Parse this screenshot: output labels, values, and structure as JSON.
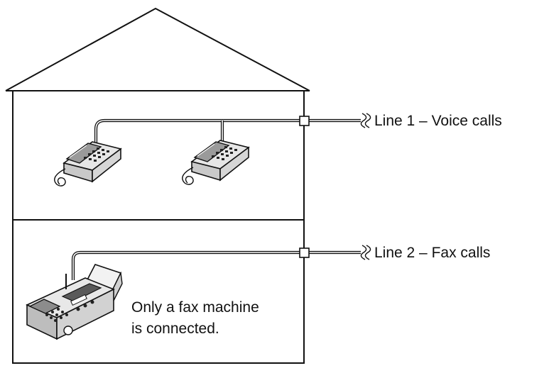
{
  "diagram": {
    "lines": [
      {
        "label": "Line 1 – Voice calls",
        "devices": [
          "telephone",
          "telephone"
        ]
      },
      {
        "label": "Line 2 – Fax calls",
        "devices": [
          "fax-machine"
        ]
      }
    ],
    "note": {
      "line1": "Only a fax machine",
      "line2": "is connected."
    },
    "icons": {
      "jack": "wall-jack-icon",
      "break": "line-break-icon",
      "phone": "telephone-icon",
      "fax": "fax-machine-icon"
    }
  }
}
